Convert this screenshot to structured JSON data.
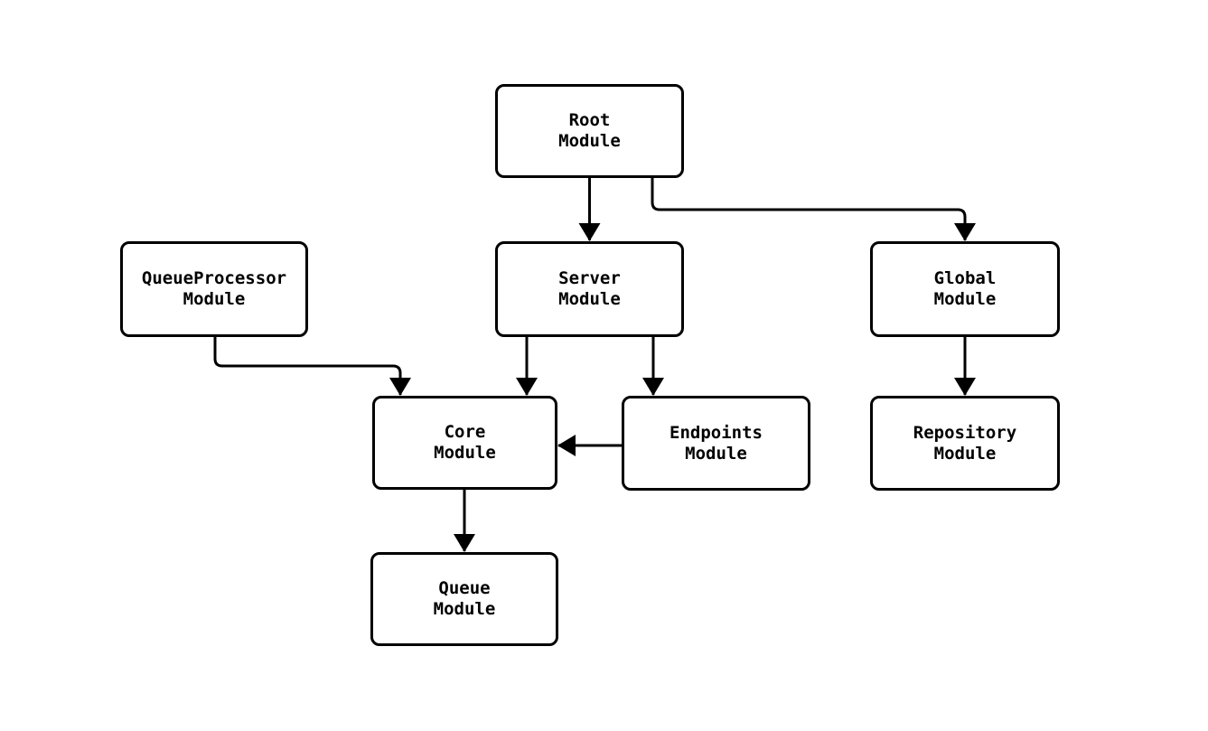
{
  "diagram": {
    "type": "module-dependency-flowchart",
    "colors": {
      "background": "#ffffff",
      "node_fill": "#ffffff",
      "node_border": "#000000",
      "edge_line": "#000000",
      "text": "#000000"
    },
    "nodes": {
      "root": {
        "line1": "Root",
        "line2": "Module"
      },
      "queueprocessor": {
        "line1": "QueueProcessor",
        "line2": "Module"
      },
      "server": {
        "line1": "Server",
        "line2": "Module"
      },
      "global": {
        "line1": "Global",
        "line2": "Module"
      },
      "core": {
        "line1": "Core",
        "line2": "Module"
      },
      "endpoints": {
        "line1": "Endpoints",
        "line2": "Module"
      },
      "repository": {
        "line1": "Repository",
        "line2": "Module"
      },
      "queue": {
        "line1": "Queue",
        "line2": "Module"
      }
    },
    "edges": [
      {
        "from": "Root Module",
        "to": "Server Module"
      },
      {
        "from": "Root Module",
        "to": "Global Module"
      },
      {
        "from": "QueueProcessor Module",
        "to": "Core Module"
      },
      {
        "from": "Server Module",
        "to": "Core Module"
      },
      {
        "from": "Server Module",
        "to": "Endpoints Module"
      },
      {
        "from": "Endpoints Module",
        "to": "Core Module"
      },
      {
        "from": "Global Module",
        "to": "Repository Module"
      },
      {
        "from": "Core Module",
        "to": "Queue Module"
      }
    ]
  }
}
